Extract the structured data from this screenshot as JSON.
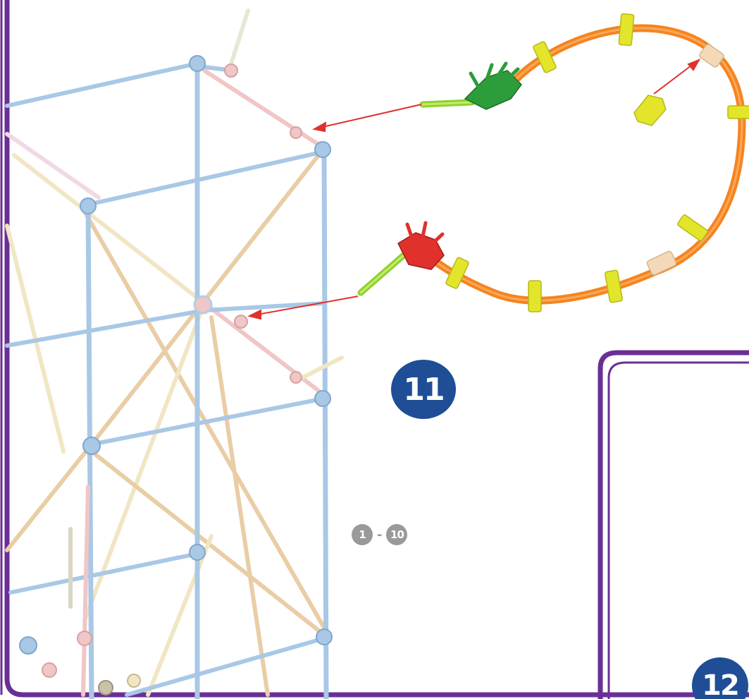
{
  "steps": {
    "current": "11",
    "next": "12"
  },
  "range_note": {
    "from": "1",
    "separator": "-",
    "to": "10"
  },
  "colors": {
    "frame_purple": "#6a2f95",
    "badge_blue": "#1f4e96",
    "range_gray": "#9a9a9a",
    "rod_blue": "#a9c8e6",
    "rod_tan": "#e9cda6",
    "rod_cream": "#f1e6c4",
    "rod_pink": "#f0c6c6",
    "track_orange": "#f5841f",
    "clip_yellow": "#e3e52a",
    "connector_green": "#2d9c3a",
    "connector_red": "#e0312c",
    "arrow_red": "#e0312c"
  },
  "icons": {
    "frame": "page-border-frame",
    "tower": "rod-tower-assembly",
    "track": "loop-track-assembly",
    "loose_part": "yellow-clip-part"
  }
}
